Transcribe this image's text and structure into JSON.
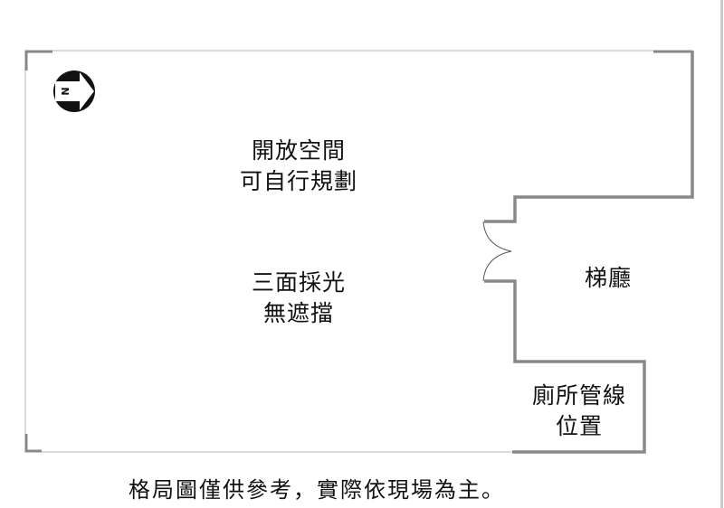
{
  "rooms": {
    "open_space": [
      "開放空間",
      "可自行規劃"
    ],
    "lighting": [
      "三面採光",
      "無遮擋"
    ],
    "elevator_hall": "梯廳",
    "toilet": [
      "廁所管線",
      "位置"
    ]
  },
  "compass": {
    "letter": "N",
    "icon": "north-arrow-icon"
  },
  "caption": "格局圖僅供參考，實際依現場為主。",
  "colors": {
    "wall": "#8a8a8a",
    "line": "#b0b0b0",
    "text": "#111111"
  }
}
